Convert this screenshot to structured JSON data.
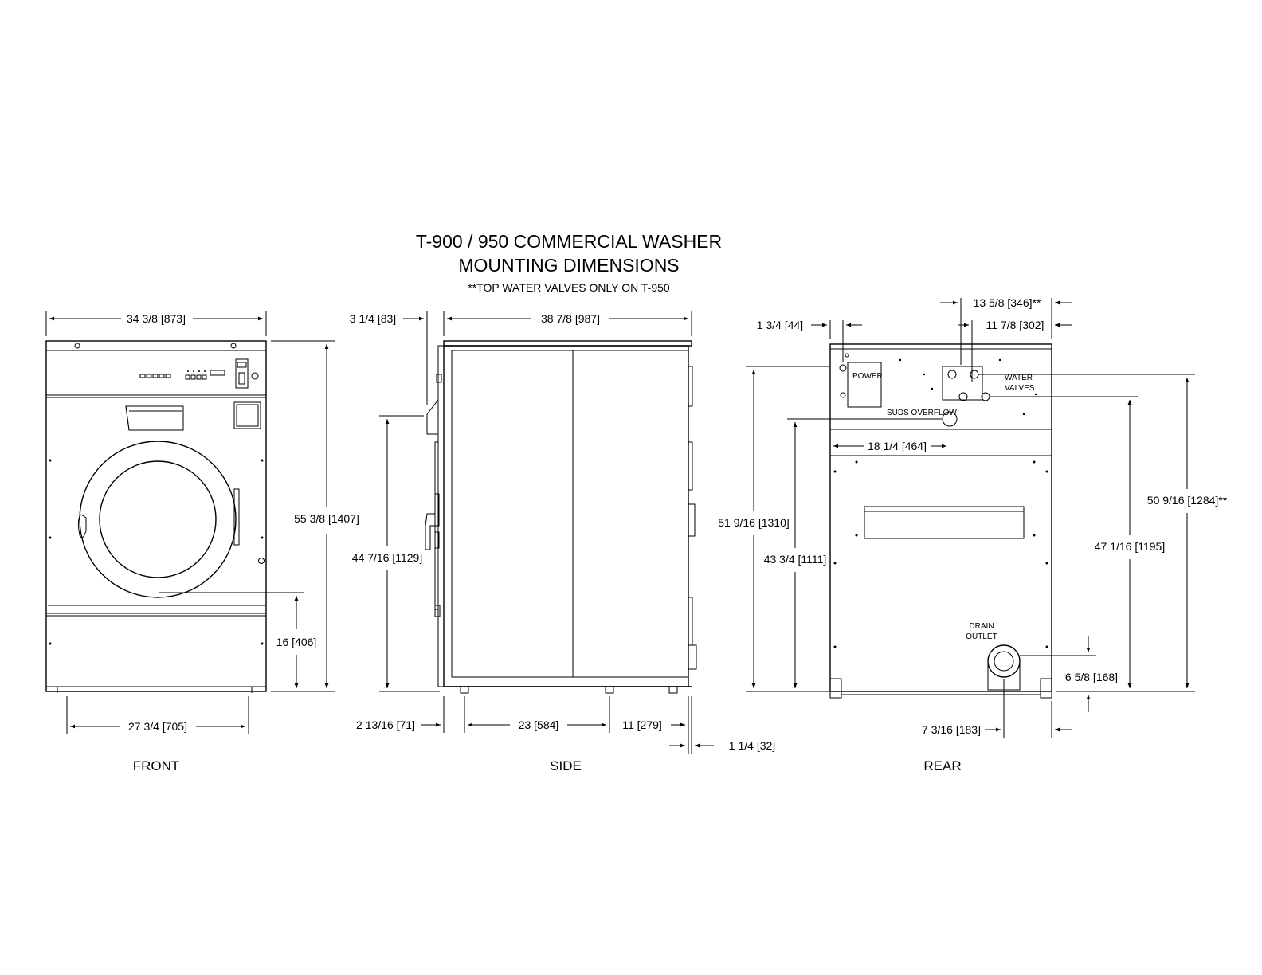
{
  "header": {
    "title_line1": "T-900 / 950 COMMERCIAL WASHER",
    "title_line2": "MOUNTING DIMENSIONS",
    "note": "**TOP WATER VALVES ONLY ON T-950"
  },
  "views": {
    "front": "FRONT",
    "side": "SIDE",
    "rear": "REAR"
  },
  "front_dims": {
    "width": "34 3/8 [873]",
    "height": "55 3/8 [1407]",
    "door_height": "16 [406]",
    "base_width": "27 3/4 [705]"
  },
  "side_dims": {
    "protrusion": "3 1/4 [83]",
    "depth": "38 7/8 [987]",
    "handle_height": "44 7/16 [1129]",
    "front_offset": "2 13/16 [71]",
    "foot_spacing": "23 [584]",
    "rear_offset": "11 [279]",
    "rear_edge": "1 1/4 [32]"
  },
  "rear_dims": {
    "valves_span": "13 5/8 [346]**",
    "side_offset": "1 3/4 [44]",
    "valves_offset": "11 7/8 [302]",
    "total_height": "51 9/16 [1310]",
    "suds_height": "43 3/4 [1111]",
    "suds_offset": "18 1/4 [464]",
    "valve_top_height": "50 9/16 [1284]**",
    "valve_height": "47 1/16 [1195]",
    "drain_height": "6 5/8 [168]",
    "drain_offset": "7 3/16 [183]"
  },
  "rear_labels": {
    "power": "POWER",
    "water": "WATER",
    "valves": "VALVES",
    "suds": "SUDS OVERFLOW",
    "drain": "DRAIN",
    "outlet": "OUTLET"
  }
}
